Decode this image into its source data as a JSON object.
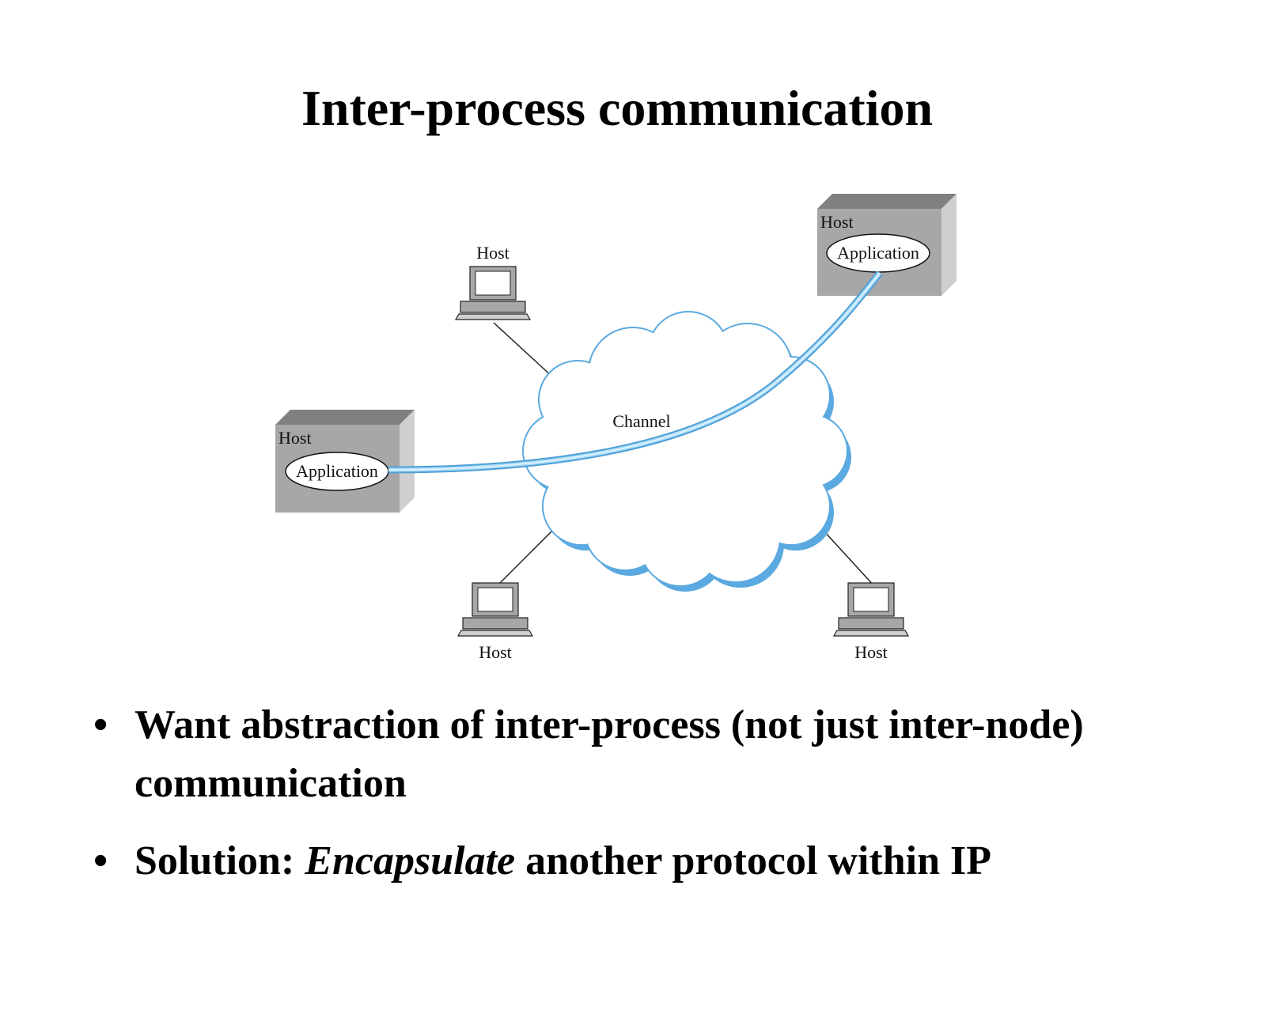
{
  "title": "Inter-process communication",
  "diagram": {
    "channel_label": "Channel",
    "host_label": "Host",
    "application_label": "Application",
    "colors": {
      "cloud_outline": "#5aa9e0",
      "channel_pipe": "#7ec3ee",
      "box_front": "#a7a7a9",
      "box_top": "#808082",
      "box_side": "#cfcfd1"
    }
  },
  "bullets": [
    {
      "text": "Want abstraction of inter-process (not just inter-node) communication"
    },
    {
      "prefix": "Solution: ",
      "emphasis": "Encapsulate",
      "suffix": " another protocol within IP"
    }
  ]
}
